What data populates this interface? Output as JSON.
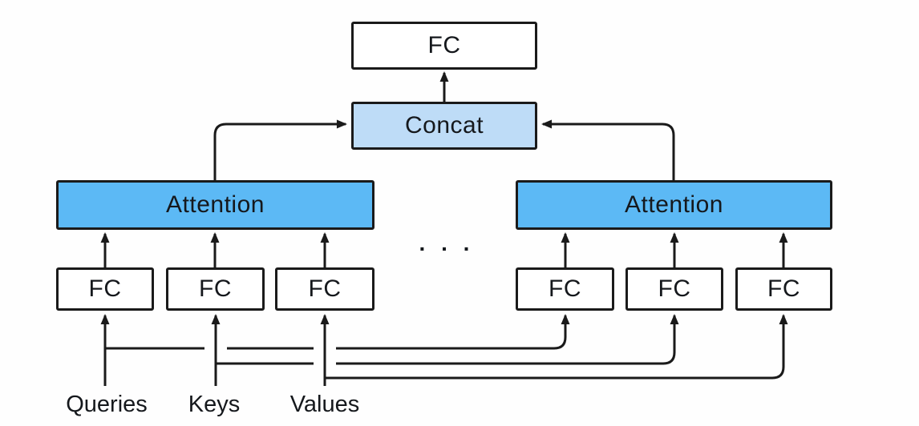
{
  "colors": {
    "background": "#fefefe",
    "box_fill": "#ffffff",
    "attention_fill": "#5cb9f5",
    "concat_fill": "#bedcf7",
    "line": "#1a1a1a",
    "text": "#15181c"
  },
  "nodes": {
    "output_fc": "FC",
    "concat": "Concat",
    "attention_left": "Attention",
    "attention_right": "Attention",
    "fc_left_1": "FC",
    "fc_left_2": "FC",
    "fc_left_3": "FC",
    "fc_right_1": "FC",
    "fc_right_2": "FC",
    "fc_right_3": "FC",
    "ellipsis": ". . ."
  },
  "inputs": {
    "queries": "Queries",
    "keys": "Keys",
    "values": "Values"
  }
}
